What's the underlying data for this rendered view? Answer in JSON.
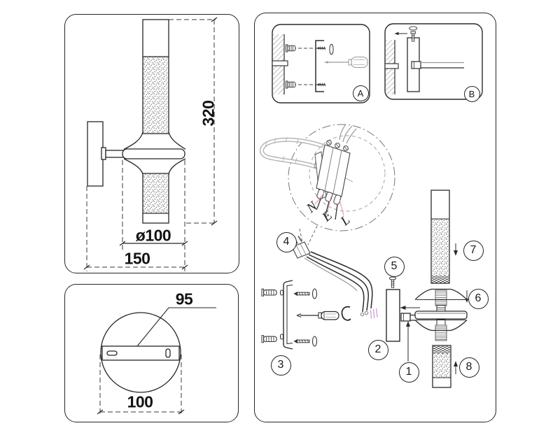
{
  "side_view": {
    "height": "320",
    "diameter": "ø100",
    "depth": "150"
  },
  "plan_view": {
    "bracket_width": "95",
    "base_width": "100"
  },
  "assembly_view": {
    "detail_a": "A",
    "detail_b": "B",
    "wires": {
      "neutral": "N",
      "earth": "E",
      "live": "L"
    },
    "parts": [
      "1",
      "2",
      "3",
      "4",
      "5",
      "6",
      "7",
      "8"
    ]
  },
  "colors": {
    "line": "#2b2b2b",
    "light_line": "#9a9a9a",
    "leader_pink": "#e98fa5",
    "wire_strand_pink": "#cf9fd5"
  }
}
